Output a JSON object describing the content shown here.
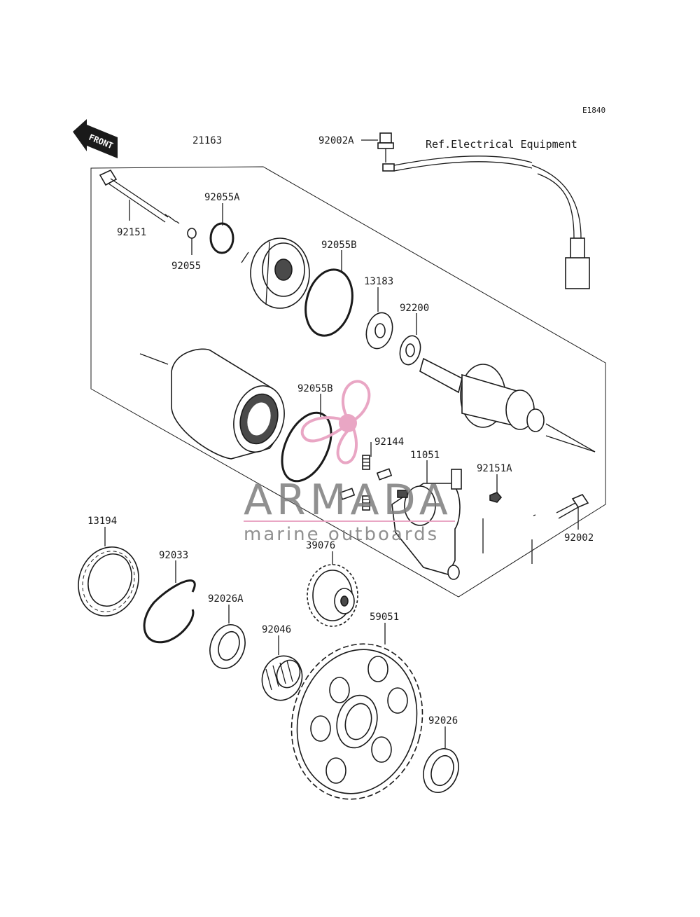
{
  "diagram_code": "E1840",
  "front_label": "FRONT",
  "reference_note": "Ref.Electrical Equipment",
  "parts": {
    "p21163": "21163",
    "p92002A": "92002A",
    "p92055A": "92055A",
    "p92151": "92151",
    "p92055": "92055",
    "p92055B_top": "92055B",
    "p13183": "13183",
    "p92200": "92200",
    "p92055B_mid": "92055B",
    "p92144": "92144",
    "p11051": "11051",
    "p92151A": "92151A",
    "p92002": "92002",
    "p13194": "13194",
    "p92033": "92033",
    "p92026A": "92026A",
    "p39076": "39076",
    "p92046": "92046",
    "p59051": "59051",
    "p92026": "92026"
  },
  "watermark": {
    "title": "ARMADA",
    "subtitle": "marine outboards",
    "logo_color": "#e9a6c4",
    "line_color": "#e9a6c4",
    "text_color": "#7c7c7c"
  }
}
